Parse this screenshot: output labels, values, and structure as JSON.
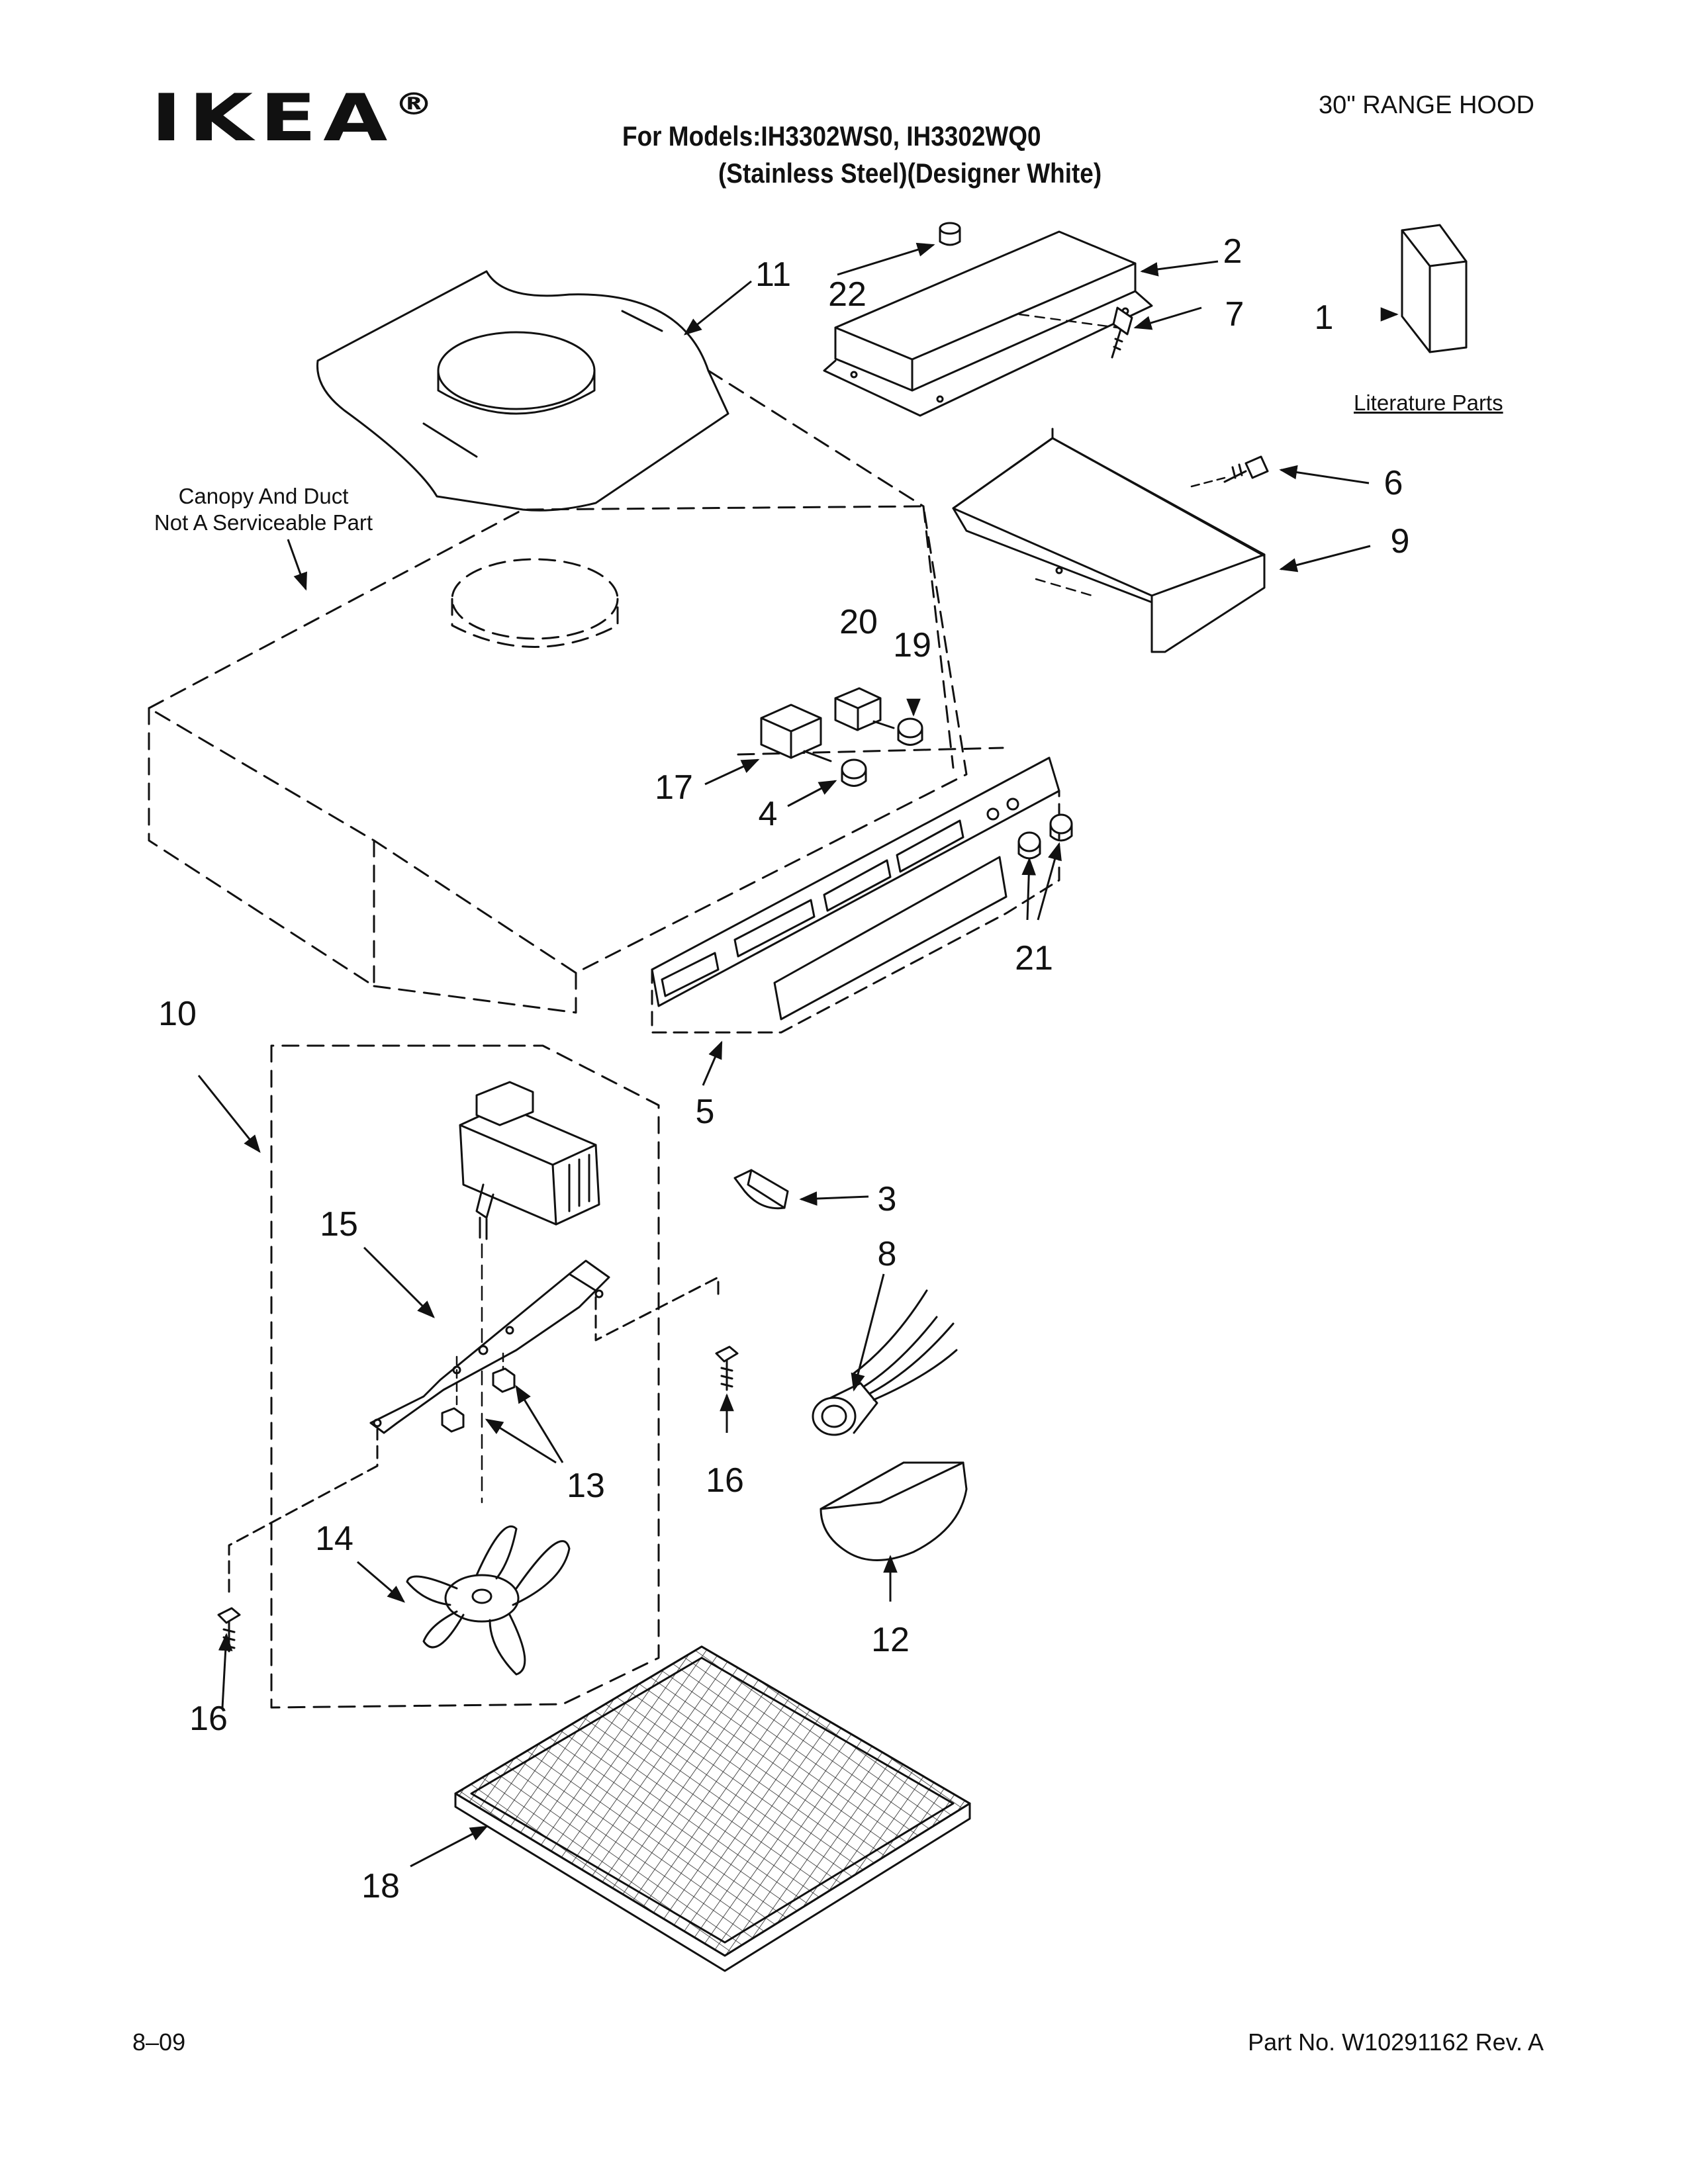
{
  "header": {
    "brand": "IKEA",
    "registered_mark": "®",
    "document_type": "30\" RANGE HOOD",
    "models": "For Models:IH3302WS0, IH3302WQ0",
    "finishes": "(Stainless Steel)(Designer White)"
  },
  "notes": {
    "literature_caption": "Literature Parts",
    "canopy_line1": "Canopy And Duct",
    "canopy_line2": "Not A Serviceable Part"
  },
  "callouts": {
    "part_1": "1",
    "part_2": "2",
    "part_3": "3",
    "part_4": "4",
    "part_5": "5",
    "part_6": "6",
    "part_7": "7",
    "part_8": "8",
    "part_9": "9",
    "part_10": "10",
    "part_11": "11",
    "part_12": "12",
    "part_13": "13",
    "part_14": "14",
    "part_15": "15",
    "part_16a": "16",
    "part_16b": "16",
    "part_17": "17",
    "part_18": "18",
    "part_19": "19",
    "part_20": "20",
    "part_21": "21",
    "part_22": "22"
  },
  "footer": {
    "date": "8–09",
    "part_number": "Part No. W10291162 Rev. A"
  }
}
